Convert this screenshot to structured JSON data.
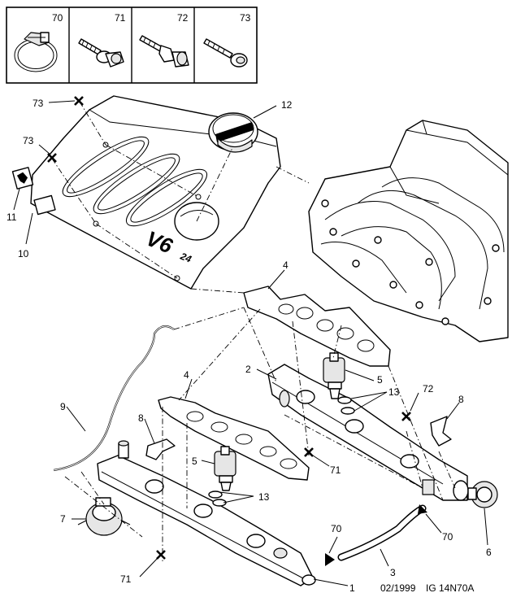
{
  "legend_boxes": [
    {
      "number": "70",
      "icon": "hose-clamp-icon"
    },
    {
      "number": "71",
      "icon": "flange-screw-icon"
    },
    {
      "number": "72",
      "icon": "stud-spacer-icon"
    },
    {
      "number": "73",
      "icon": "screw-icon"
    }
  ],
  "callouts": {
    "c1": "1",
    "c2": "2",
    "c3": "3",
    "c4a": "4",
    "c4b": "4",
    "c5a": "5",
    "c5b": "5",
    "c6": "6",
    "c7": "7",
    "c8a": "8",
    "c8b": "8",
    "c9": "9",
    "c10": "10",
    "c11": "11",
    "c12": "12",
    "c13a": "13",
    "c13b": "13",
    "c70a": "70",
    "c70b": "70",
    "c71a": "71",
    "c71b": "71",
    "c72": "72",
    "c73a": "73",
    "c73b": "73"
  },
  "cover_badge": {
    "model": "V6",
    "number": "24"
  },
  "footer": {
    "date": "02/1999",
    "reference": "IG 14N70A"
  }
}
